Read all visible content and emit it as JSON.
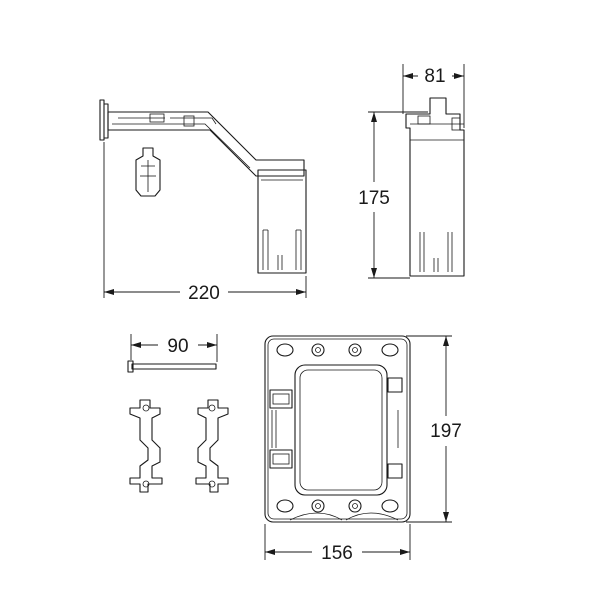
{
  "dimensions": {
    "width_left": "220",
    "depth_top": "81",
    "height_top": "175",
    "width_rod": "90",
    "height_frame": "197",
    "width_frame": "156"
  }
}
